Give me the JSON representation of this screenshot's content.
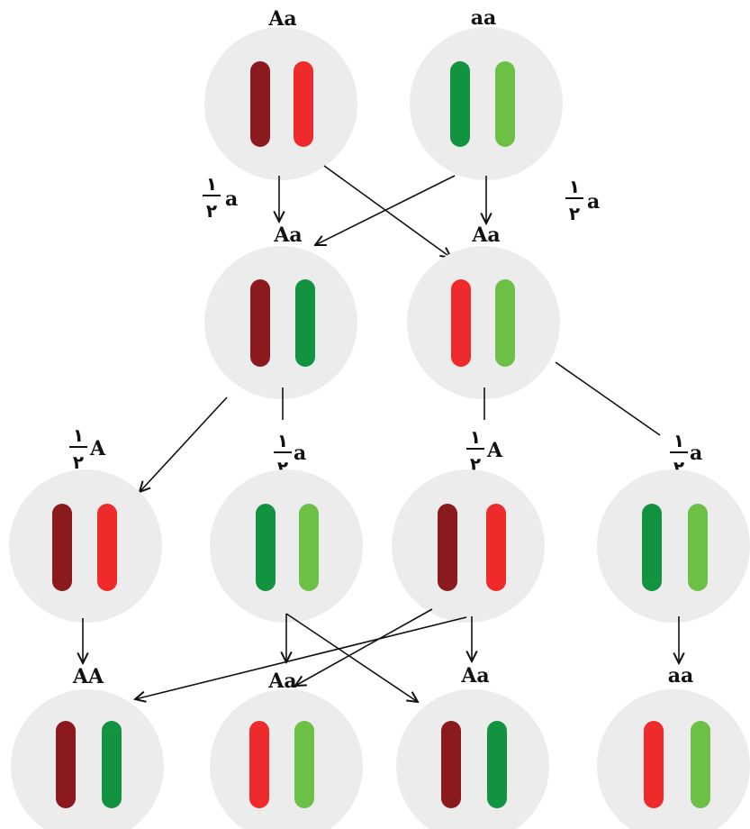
{
  "colors": {
    "dark_red": "#8b1a1f",
    "red": "#ee2a2a",
    "dark_green": "#12933f",
    "light_green": "#6cc045",
    "cell_background": "#ececec"
  },
  "fraction": {
    "numerator": "۱",
    "denominator": "۲"
  },
  "parents": [
    {
      "genotype": "Aa",
      "chromosomes": [
        "dark_red",
        "red"
      ]
    },
    {
      "genotype": "aa",
      "chromosomes": [
        "dark_green",
        "light_green"
      ]
    }
  ],
  "f1": [
    {
      "genotype": "Aa",
      "chromosomes": [
        "dark_red",
        "dark_green"
      ]
    },
    {
      "genotype": "Aa",
      "chromosomes": [
        "red",
        "light_green"
      ]
    }
  ],
  "f1_gametes": [
    "a",
    "a"
  ],
  "gametes": [
    {
      "allele": "A",
      "chromosomes": [
        "dark_red",
        "red"
      ]
    },
    {
      "allele": "a",
      "chromosomes": [
        "dark_green",
        "light_green"
      ]
    },
    {
      "allele": "A",
      "chromosomes": [
        "dark_red",
        "red"
      ]
    },
    {
      "allele": "a",
      "chromosomes": [
        "dark_green",
        "light_green"
      ]
    }
  ],
  "offspring": [
    {
      "genotype": "AA",
      "chromosomes": [
        "dark_red",
        "dark_green"
      ]
    },
    {
      "genotype": "Aa",
      "chromosomes": [
        "red",
        "light_green"
      ]
    },
    {
      "genotype": "Aa",
      "chromosomes": [
        "dark_red",
        "dark_green"
      ]
    },
    {
      "genotype": "aa",
      "chromosomes": [
        "red",
        "light_green"
      ]
    }
  ]
}
